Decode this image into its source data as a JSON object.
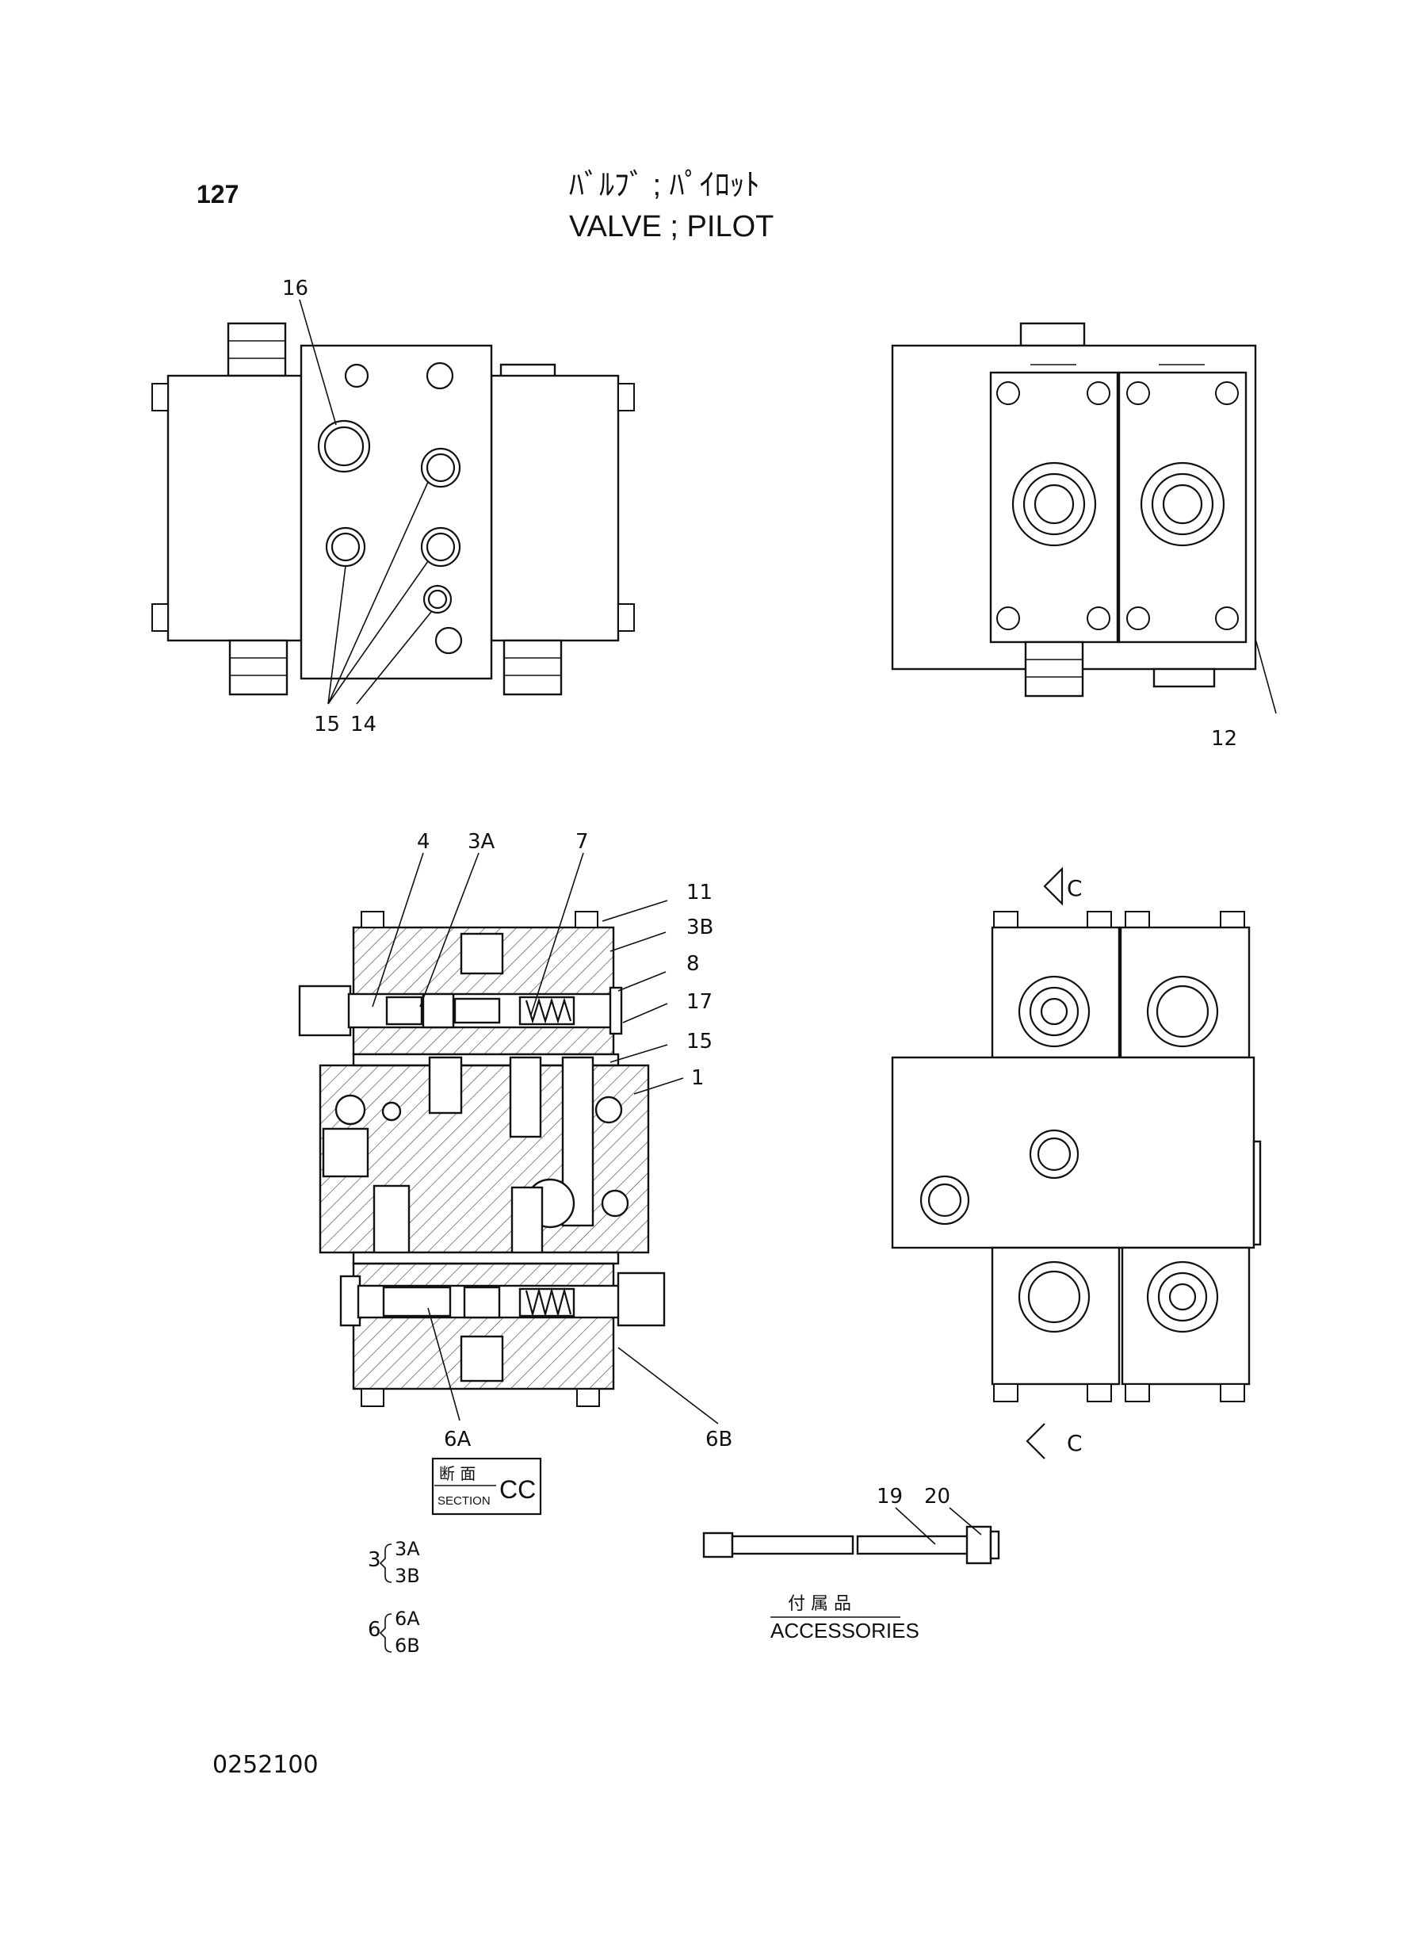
{
  "header": {
    "page_number": "127",
    "title_jp": "ﾊﾞﾙﾌﾞ ; ﾊﾟｲﾛｯﾄ",
    "title_en": "VALVE ; PILOT"
  },
  "callouts": {
    "top_left": [
      "16",
      "15",
      "14"
    ],
    "top_right": [
      "12"
    ],
    "section": [
      "4",
      "3A",
      "7",
      "11",
      "3B",
      "8",
      "17",
      "15",
      "1",
      "6A",
      "6B"
    ],
    "section_arrow": "C",
    "accessories": [
      "19",
      "20"
    ]
  },
  "section_box": {
    "label_jp": "断 面",
    "label_en": "SECTION",
    "id": "CC"
  },
  "groups": [
    {
      "parent": "3",
      "children": [
        "3A",
        "3B"
      ]
    },
    {
      "parent": "6",
      "children": [
        "6A",
        "6B"
      ]
    }
  ],
  "accessories_label": {
    "jp": "付 属 品",
    "en": "ACCESSORIES"
  },
  "footer": {
    "drawing_no": "0252100"
  }
}
